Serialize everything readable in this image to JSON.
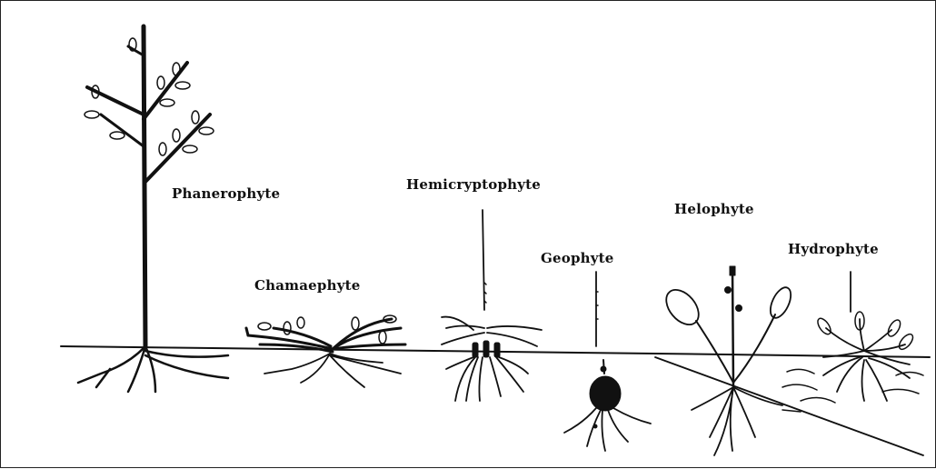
{
  "labels": {
    "phanerophyte": "Phanerophyte",
    "chamaephyte": "Chamaephyte",
    "hemicryptophyte": "Hemicryptophyte",
    "geophyte": "Geophyte",
    "helophyte": "Helophyte",
    "hydrophyte": "Hydrophyte"
  },
  "colors": {
    "ink": "#111111",
    "background": "#ffffff"
  }
}
